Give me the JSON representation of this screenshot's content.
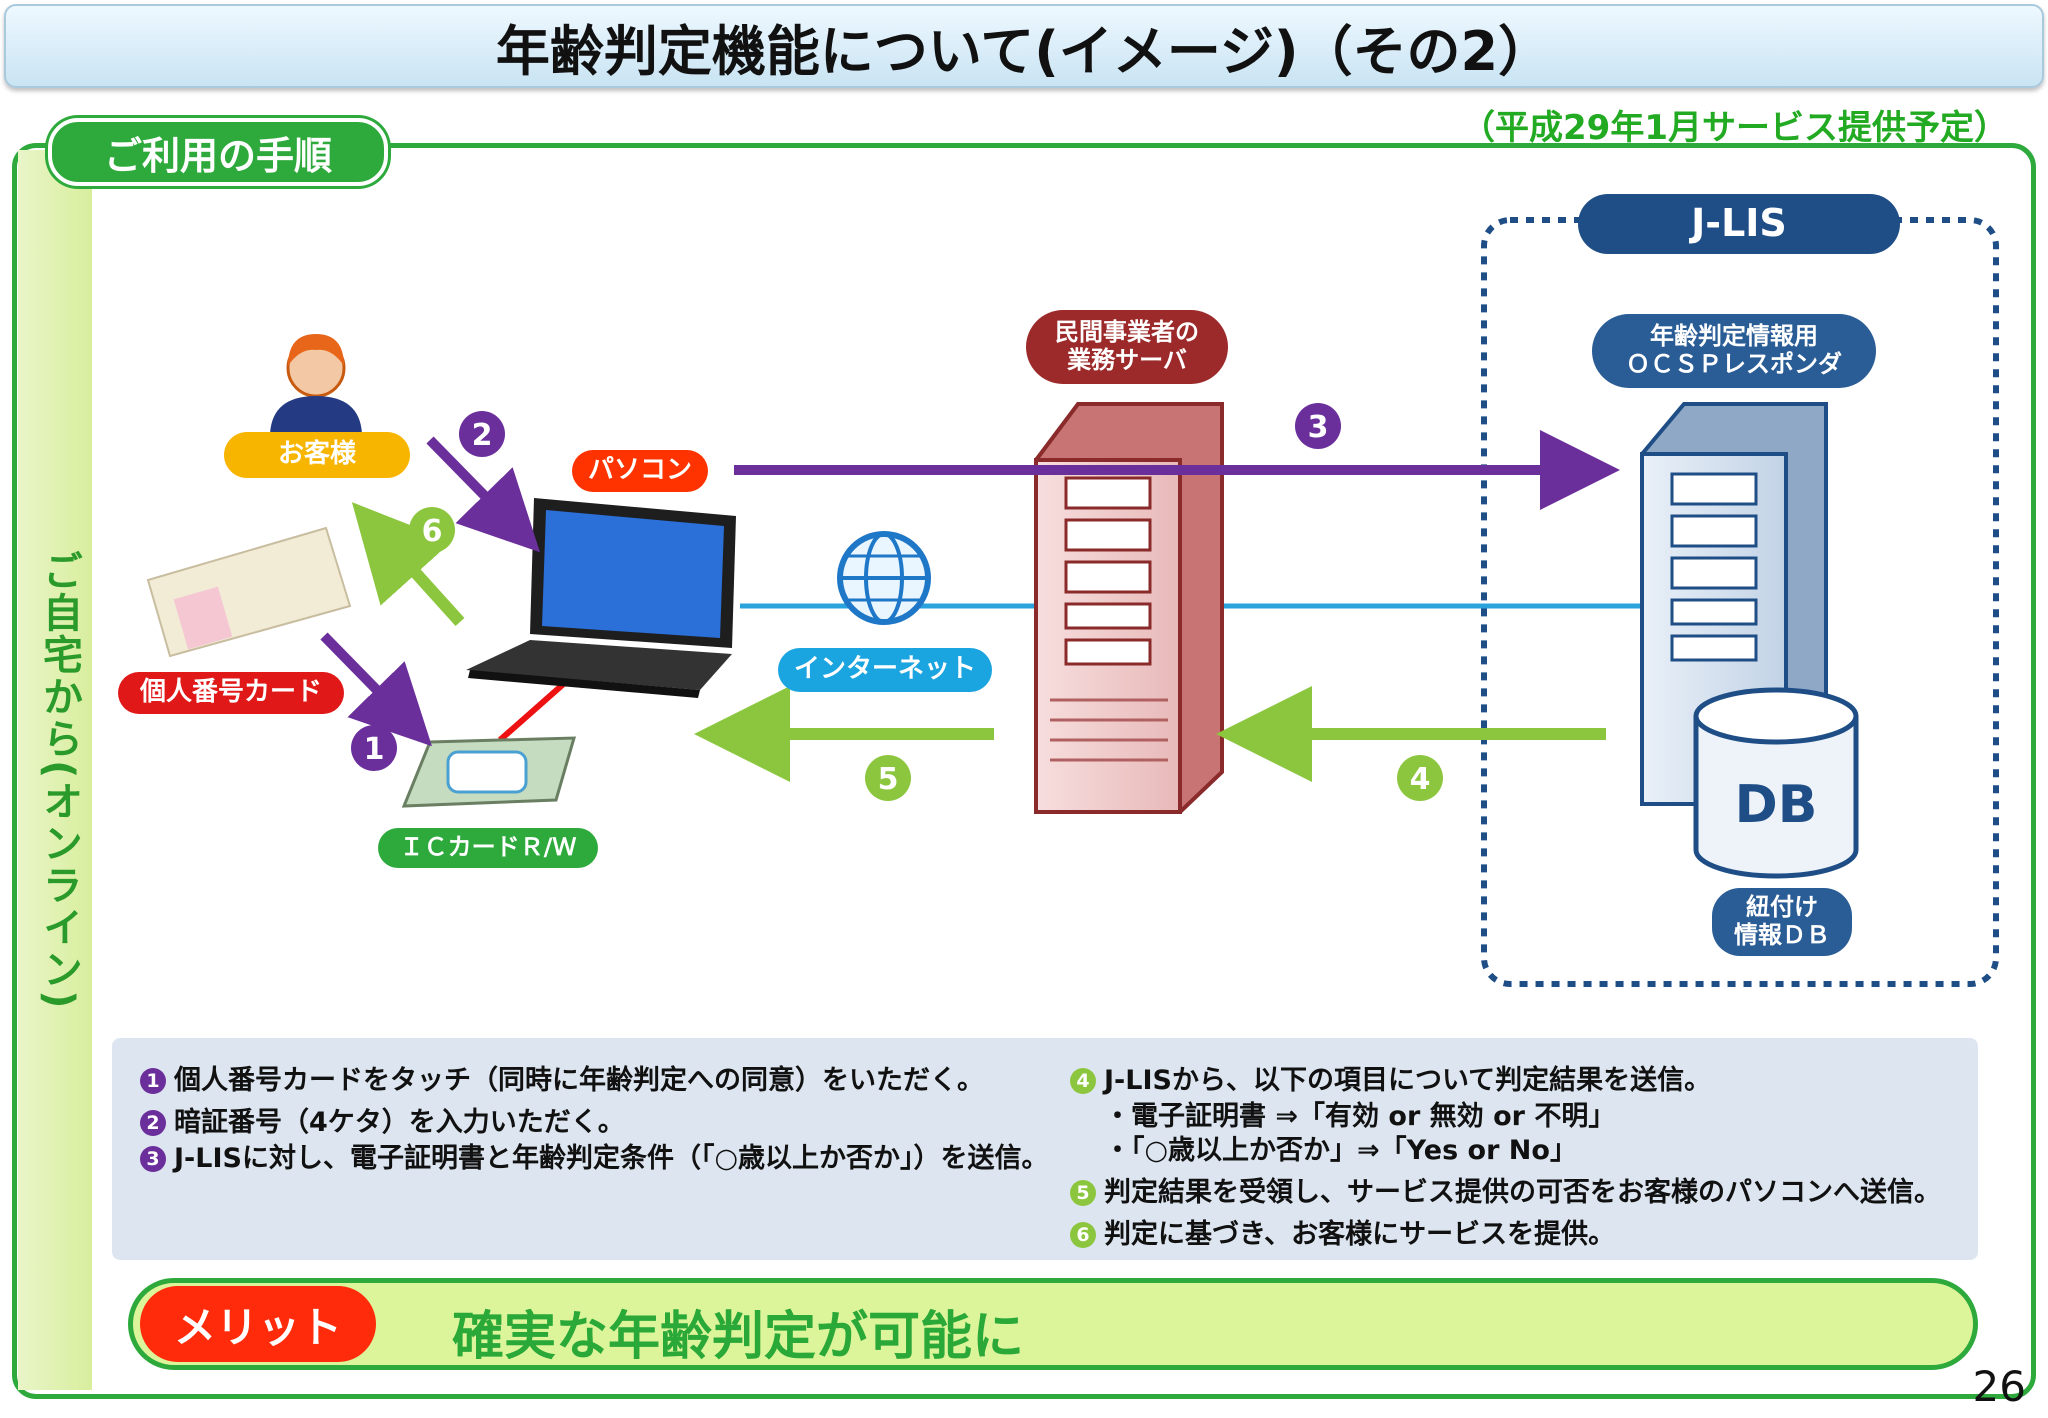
{
  "header": {
    "title": "年齢判定機能について(イメージ)（その2）"
  },
  "schedule_note": "（平成29年1月サービス提供予定）",
  "section_tab": "ご利用の手順",
  "side_label": "ご自宅から(オンライン)",
  "labels": {
    "customer": "お客様",
    "pc": "パソコン",
    "mynumber_card": "個人番号カード",
    "ic_reader": "ＩＣカードＲ/Ｗ",
    "internet": "インターネット",
    "business_server": "民間事業者の\n業務サーバ",
    "jlis": "J-LIS",
    "ocsp": "年齢判定情報用\nＯＣＳＰレスポンダ",
    "db_text": "DB",
    "linkdb": "紐付け\n情報ＤＢ"
  },
  "step_markers": [
    "1",
    "2",
    "3",
    "4",
    "5",
    "6"
  ],
  "colors": {
    "purple": "#6b2f9c",
    "green": "#8cc63f",
    "blue": "#2aa3dc",
    "red": "#ee1111",
    "frame_green": "#2eaa3c",
    "navy": "#1f4e87"
  },
  "notes": {
    "left": [
      {
        "n": "1",
        "text": "個人番号カードをタッチ（同時に年齢判定への同意）をいただく。"
      },
      {
        "n": "2",
        "text": "暗証番号（4ケタ）を入力いただく。"
      },
      {
        "n": "3",
        "text": "J-LISに対し、電子証明書と年齢判定条件（「○歳以上か否か」）を送信。"
      }
    ],
    "right": [
      {
        "n": "4",
        "text": "J-LISから、以下の項目について判定結果を送信。"
      },
      {
        "n": "",
        "text": "・電子証明書 ⇒「有効 or 無効 or 不明」"
      },
      {
        "n": "",
        "text": "・「○歳以上か否か」⇒「Yes or No」"
      },
      {
        "n": "5",
        "text": "判定結果を受領し、サービス提供の可否をお客様のパソコンへ送信。"
      },
      {
        "n": "6",
        "text": "判定に基づき、お客様にサービスを提供。"
      }
    ]
  },
  "merit": {
    "tag": "メリット",
    "text": "確実な年齢判定が可能に"
  },
  "page_number": "26"
}
